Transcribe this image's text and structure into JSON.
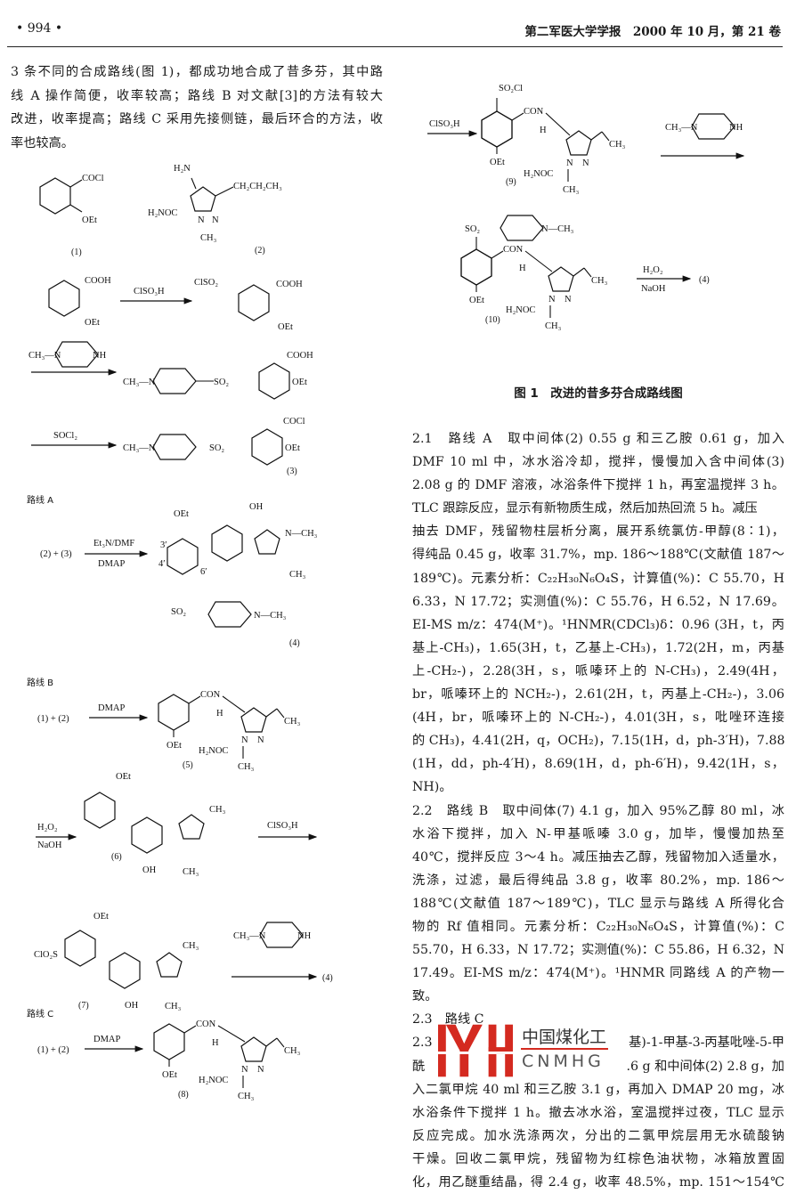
{
  "header": {
    "page_no": "• 994 •",
    "journal": "第二军医大学学报　2000 年 10 月，第 21 卷"
  },
  "intro": [
    "3 条不同的合成路线(图 1)，都成功地合成了昔多芬，其中路",
    "线 A 操作简便，收率较高；路线 B 对文献[3]的方法有较大",
    "改进，收率提高；路线 C 采用先接侧链，最后环合的方法，收",
    "率也较高。"
  ],
  "scheme": {
    "COCl": "COCl",
    "OEt": "OEt",
    "COOH": "COOH",
    "ClSO2": "ClSO₂",
    "ClO2S": "ClO₂S",
    "SO2Cl": "SO₂Cl",
    "SO2": "SO₂",
    "H2N": "H₂N",
    "H2NOC": "H₂NOC",
    "CH3": "CH₃",
    "propyl": "CH₂CH₂CH₃",
    "N": "N",
    "NH": "NH",
    "H": "H",
    "OH": "OH",
    "CON": "CON",
    "CH3N": "CH₃—N",
    "NCH3": "N—CH₃",
    "ClSO3H": "ClSO₃H",
    "SOCl2": "SOCl₂",
    "Et3N_DMF": "Et₃N/DMF",
    "DMAP": "DMAP",
    "H2O2": "H₂O₂",
    "NaOH": "NaOH",
    "sum12": "(1) + (2)",
    "sum23": "(2) + (3)",
    "p3": "3′",
    "p4": "4′",
    "p6": "6′",
    "c1": "(1)",
    "c2": "(2)",
    "c3": "(3)",
    "c4": "(4)",
    "c5": "(5)",
    "c6": "(6)",
    "c7": "(7)",
    "c8": "(8)",
    "c9": "(9)",
    "c10": "(10)",
    "routeA": "路线 A",
    "routeB": "路线 B",
    "routeC": "路线 C"
  },
  "caption": "图 1　改进的昔多芬合成路线图",
  "body": [
    "2.1　路线 A　取中间体(2) 0.55 g 和三乙胺 0.61 g，加入",
    "DMF 10 ml 中，冰水浴冷却，搅拌，慢慢加入含中间体(3)",
    "2.08 g 的 DMF 溶液，冰浴条件下搅拌 1 h，再室温搅拌 3 h。",
    "TLC 跟踪反应，显示有新物质生成，然后加热回流 5 h。减压",
    "抽去 DMF，残留物柱层析分离，展开系统氯仿-甲醇(8∶1)，",
    "得纯品 0.45 g，收率 31.7%，mp. 186～188℃(文献值 187～",
    "189℃)。元素分析：C₂₂H₃₀N₆O₄S，计算值(%)：C 55.70，H",
    "6.33，N 17.72；实测值(%)：C 55.76，H 6.52，N 17.69。",
    "EI-MS m/z：474(M⁺)。¹HNMR(CDCl₃)δ：0.96 (3H，t，丙",
    "基上-CH₃)，1.65(3H，t，乙基上-CH₃)，1.72(2H，m，丙基",
    "上-CH₂-)，2.28(3H，s，哌嗪环上的 N-CH₃)，2.49(4H，",
    "br，哌嗪环上的 NCH₂-)，2.61(2H，t，丙基上-CH₂-)，3.06",
    "(4H，br，哌嗪环上的 N-CH₂-)，4.01(3H，s，吡唑环连接",
    "的 CH₃)，4.41(2H，q，OCH₂)，7.15(1H，d，ph-3′H)，7.88",
    "(1H，dd，ph-4′H)，8.69(1H，d，ph-6′H)，9.42(1H，s，",
    "NH)。",
    "2.2　路线 B　取中间体(7) 4.1 g，加入 95%乙醇 80 ml，冰",
    "水浴下搅拌，加入 N-甲基哌嗪 3.0 g，加毕，慢慢加热至",
    "40℃，搅拌反应 3～4 h。减压抽去乙醇，残留物加入适量水，",
    "洗涤，过滤，最后得纯品 3.8 g，收率 80.2%，mp. 186～",
    "188℃(文献值 187～189℃)，TLC 显示与路线 A 所得化合",
    "物的 Rf 值相同。元素分析：C₂₂H₃₀N₆O₄S，计算值(%)：C",
    "55.70，H 6.33，N 17.72；实测值(%)：C 55.86，H 6.32，N",
    "17.49。EI-MS m/z：474(M⁺)。¹HNMR 同路线 A 的产物一",
    "致。",
    "2.3　路线 C",
    "2.3　　　　　　　　　　　基)-1-甲基-3-丙基吡唑-5-甲",
    "酰　　　　　　　　　　　　.6 g 和中间体(2) 2.8 g，加",
    "入二氯甲烷 40 ml 和三乙胺 3.1 g，再加入 DMAP 20 mg，冰",
    "水浴条件下搅拌 1 h。撤去冰水浴，室温搅拌过夜，TLC 显示",
    "反应完成。加水洗涤两次，分出的二氯甲烷层用无水硫酸钠",
    "干燥。回收二氯甲烷，残留物为红棕色油状物，冰箱放置固",
    "化，用乙醚重结晶，得 2.4 g，收率 48.5%，mp. 151～154℃"
  ],
  "short_lines": [
    3,
    15,
    24,
    25
  ],
  "watermark": {
    "cn": "中国煤化工",
    "en": "CNMHG",
    "color": "#d42a20"
  }
}
